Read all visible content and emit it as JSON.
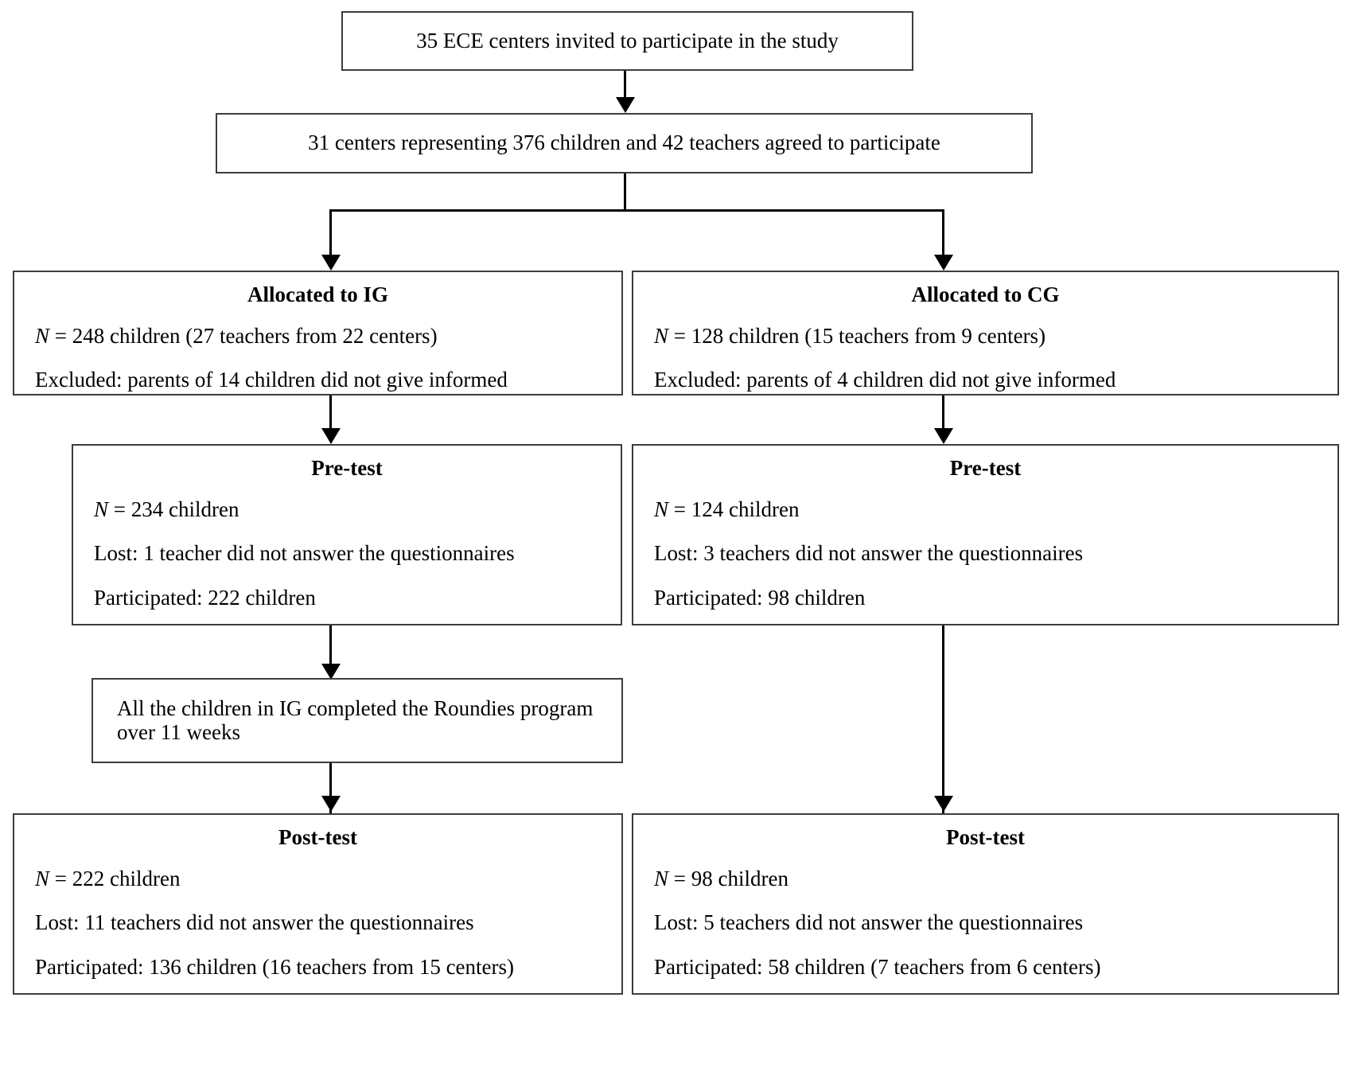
{
  "diagram": {
    "type": "flowchart",
    "title": "CONSORT-style participant flow diagram",
    "nodes": {
      "invited": {
        "text": "35 ECE centers invited to participate in the study"
      },
      "agreed": {
        "text": "31 centers representing 376 children and 42 teachers agreed to participate"
      },
      "allocated_ig": {
        "title": "Allocated to IG",
        "n_label": "N",
        "n_value": " = 248 children (27 teachers from 22 centers)",
        "excluded": "Excluded: parents of 14 children did not give informed"
      },
      "allocated_cg": {
        "title": "Allocated to CG",
        "n_label": "N",
        "n_value": " = 128 children (15 teachers from 9 centers)",
        "excluded": "Excluded: parents of 4 children did not give informed"
      },
      "pretest_ig": {
        "title": "Pre-test",
        "n_label": "N",
        "n_value": " = 234 children",
        "lost": "Lost: 1 teacher did not answer the questionnaires",
        "participated": "Participated: 222 children"
      },
      "pretest_cg": {
        "title": "Pre-test",
        "n_label": "N",
        "n_value": " = 124 children",
        "lost": "Lost: 3 teachers did not answer the questionnaires",
        "participated": "Participated: 98 children"
      },
      "intervention": {
        "text": "All the children in IG completed the Roundies program over 11 weeks"
      },
      "posttest_ig": {
        "title": "Post-test",
        "n_label": "N",
        "n_value": " = 222 children",
        "lost": "Lost: 11 teachers did not answer the questionnaires",
        "participated": "Participated: 136 children (16 teachers from 15 centers)"
      },
      "posttest_cg": {
        "title": "Post-test",
        "n_label": "N",
        "n_value": " = 98 children",
        "lost": "Lost: 5 teachers did not answer the questionnaires",
        "participated": "Participated: 58 children (7 teachers from 6 centers)"
      }
    },
    "colors": {
      "box_border": "#3d3d3d",
      "connector": "#000000",
      "background": "#ffffff",
      "text": "#000000"
    }
  }
}
